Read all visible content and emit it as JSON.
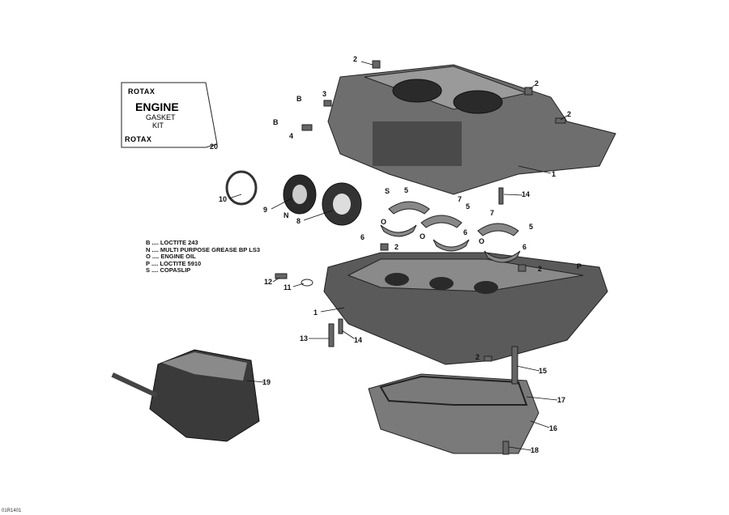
{
  "diagram_code": "01R1401",
  "kit_box": {
    "brand": "ROTAX",
    "line1": "ENGINE",
    "line2": "GASKET",
    "line3": "KIT",
    "part_number": "20"
  },
  "legend": [
    "B .... LOCTITE 243",
    "N .... MULTI PURPOSE GREASE BP LS3",
    "O .... ENGINE OIL",
    "P .... LOCTITE 5910",
    "S .... COPASLIP"
  ],
  "callouts": [
    "2",
    "2",
    "2",
    "B",
    "3",
    "B",
    "4",
    "1",
    "14",
    "S",
    "5",
    "10",
    "9",
    "N",
    "8",
    "7",
    "5",
    "O",
    "7",
    "5",
    "6",
    "2",
    "O",
    "6",
    "O",
    "6",
    "2",
    "P",
    "12",
    "11",
    "1",
    "13",
    "14",
    "2",
    "15",
    "19",
    "17",
    "16",
    "18"
  ],
  "colors": {
    "line": "#111111",
    "part_dark": "#3a3a3a",
    "part_mid": "#6e6e6e",
    "part_light": "#a8a8a8"
  }
}
